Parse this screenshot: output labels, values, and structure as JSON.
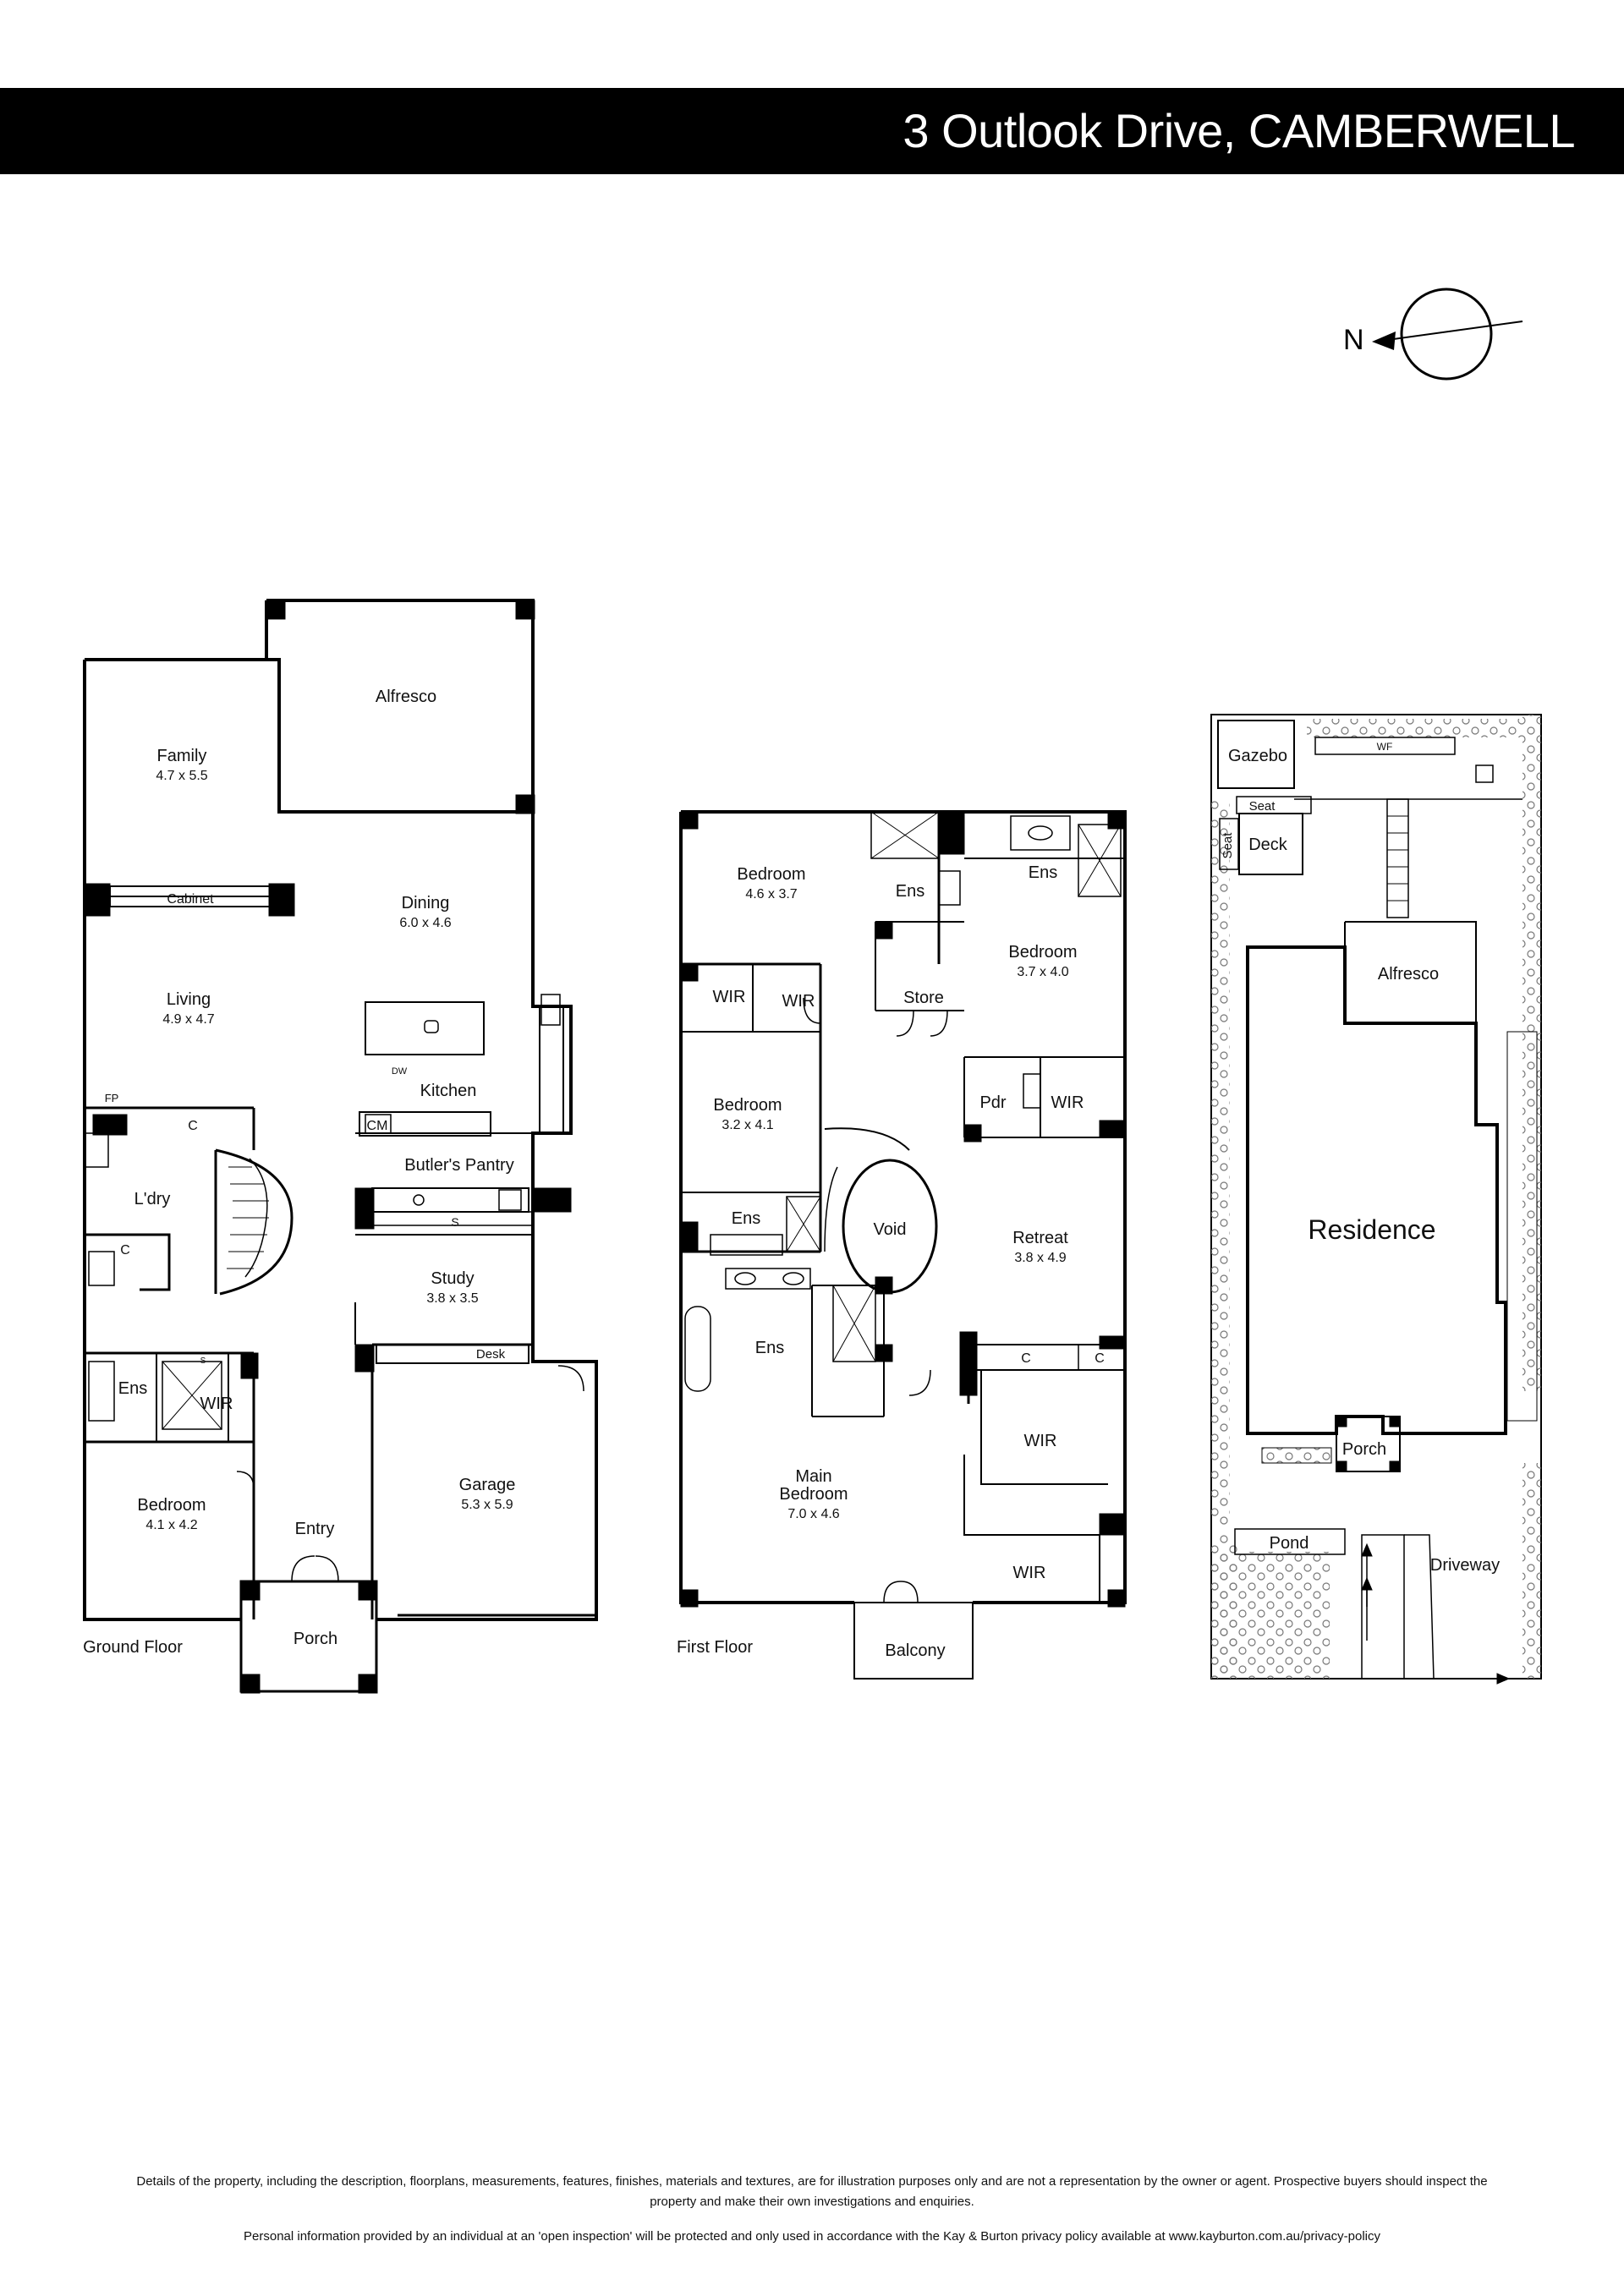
{
  "header": {
    "address": "3 Outlook Drive, CAMBERWELL"
  },
  "compass": {
    "label": "N"
  },
  "ground_floor": {
    "caption": "Ground Floor",
    "rooms": {
      "alfresco": "Alfresco",
      "family": "Family",
      "family_size": "4.7 x 5.5",
      "cabinet": "Cabinet",
      "dining": "Dining",
      "dining_size": "6.0 x 4.6",
      "living": "Living",
      "living_size": "4.9 x 4.7",
      "dw": "DW",
      "kitchen": "Kitchen",
      "fp": "FP",
      "c1": "C",
      "cm": "CM",
      "butlers_pantry": "Butler's Pantry",
      "s": "S",
      "ldry": "L'dry",
      "c2": "C",
      "study": "Study",
      "study_size": "3.8 x 3.5",
      "desk": "Desk",
      "ens": "Ens",
      "s2": "S",
      "wir": "WIR",
      "garage": "Garage",
      "garage_size": "5.3 x 5.9",
      "bedroom": "Bedroom",
      "bedroom_size": "4.1 x 4.2",
      "entry": "Entry",
      "porch": "Porch"
    }
  },
  "first_floor": {
    "caption": "First Floor",
    "rooms": {
      "bed1": "Bedroom",
      "bed1_size": "4.6 x 3.7",
      "ens1": "Ens",
      "ens2": "Ens",
      "bed2": "Bedroom",
      "bed2_size": "3.7 x 4.0",
      "wir1": "WIR",
      "wir2": "WIR",
      "store": "Store",
      "pdr": "Pdr",
      "wir3": "WIR",
      "bed3": "Bedroom",
      "bed3_size": "3.2 x 4.1",
      "ens3": "Ens",
      "void": "Void",
      "retreat": "Retreat",
      "retreat_size": "3.8 x 4.9",
      "ens4": "Ens",
      "c1": "C",
      "c2": "C",
      "wir4": "WIR",
      "main_bed1": "Main",
      "main_bed2": "Bedroom",
      "main_bed_size": "7.0 x 4.6",
      "wir5": "WIR",
      "balcony": "Balcony"
    }
  },
  "site_plan": {
    "rooms": {
      "gazebo": "Gazebo",
      "wf": "WF",
      "seat1": "Seat",
      "seat2": "Seat",
      "deck": "Deck",
      "alfresco": "Alfresco",
      "residence": "Residence",
      "porch": "Porch",
      "pond": "Pond",
      "driveway": "Driveway"
    }
  },
  "footer": {
    "line1": "Details of the property, including the description, floorplans, measurements, features, finishes, materials and textures, are for illustration purposes only and are not a representation by the owner or agent.  Prospective buyers should inspect the",
    "line2": "property and make their own investigations and enquiries.",
    "line3": "Personal information provided by an individual at an 'open inspection' will be protected and only used in accordance with the Kay & Burton privacy policy available at www.kayburton.com.au/privacy-policy"
  }
}
